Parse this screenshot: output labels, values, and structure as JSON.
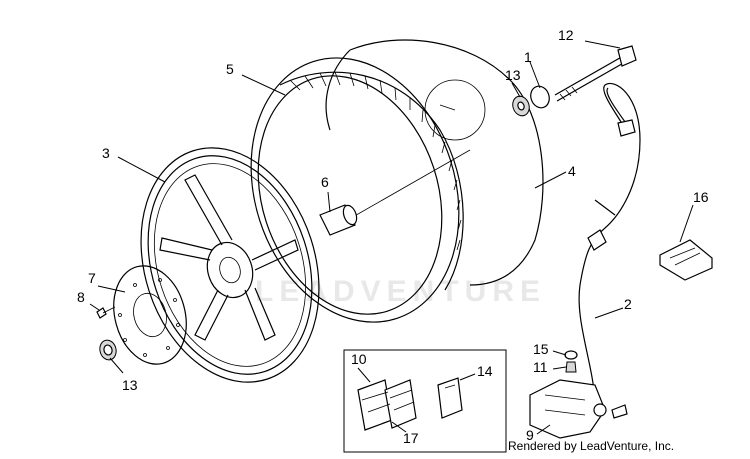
{
  "diagram": {
    "labels": {
      "p1": "1",
      "p2": "2",
      "p3": "3",
      "p4": "4",
      "p5": "5",
      "p6": "6",
      "p7": "7",
      "p8": "8",
      "p9": "9",
      "p10": "10",
      "p11": "11",
      "p12": "12",
      "p13a": "13",
      "p13b": "13",
      "p14": "14",
      "p15": "15",
      "p16": "16",
      "p17": "17"
    }
  },
  "watermark": "LEADVENTURE",
  "credit": "Rendered by LeadVenture, Inc."
}
